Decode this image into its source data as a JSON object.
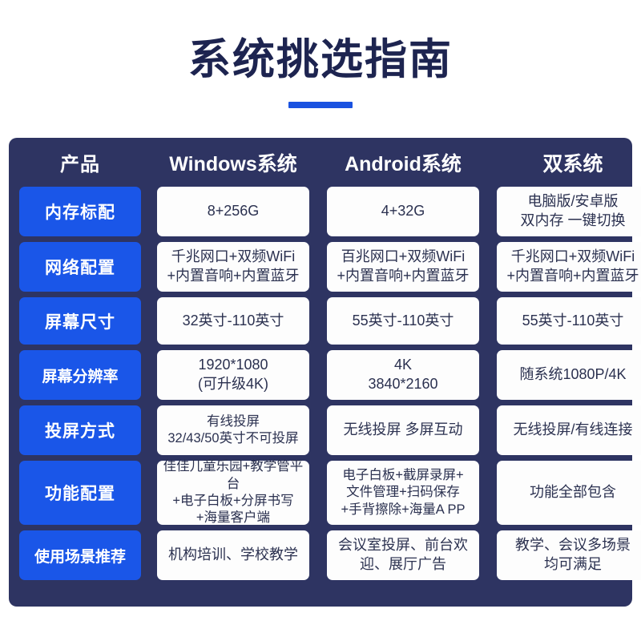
{
  "page": {
    "title": "系统挑选指南",
    "accent_color": "#1a52e0",
    "panel_color": "#2e3462",
    "label_color": "#1a56e8",
    "title_color": "#1d2450"
  },
  "table": {
    "headers": [
      "产品",
      "Windows系统",
      "Android系统",
      "双系统"
    ],
    "rows": [
      {
        "label": "内存标配",
        "windows": "8+256G",
        "android": "4+32G",
        "dual": "电脑版/安卓版\n双内存 一键切换"
      },
      {
        "label": "网络配置",
        "windows": "千兆网口+双频WiFi\n+内置音响+内置蓝牙",
        "android": "百兆网口+双频WiFi\n+内置音响+内置蓝牙",
        "dual": "千兆网口+双频WiFi\n+内置音响+内置蓝牙"
      },
      {
        "label": "屏幕尺寸",
        "windows": "32英寸-110英寸",
        "android": "55英寸-110英寸",
        "dual": "55英寸-110英寸"
      },
      {
        "label": "屏幕分辨率",
        "windows": "1920*1080\n(可升级4K)",
        "android": "4K\n3840*2160",
        "dual": "随系统1080P/4K"
      },
      {
        "label": "投屏方式",
        "windows": "有线投屏\n32/43/50英寸不可投屏",
        "android": "无线投屏 多屏互动",
        "dual": "无线投屏/有线连接"
      },
      {
        "label": "功能配置",
        "windows": "佳佳儿童乐园+教学管平台\n+电子白板+分屏书写\n+海量客户端",
        "android": "电子白板+截屏录屏+\n文件管理+扫码保存\n+手背擦除+海量A PP",
        "dual": "功能全部包含"
      },
      {
        "label": "使用场景推荐",
        "windows": "机构培训、学校教学",
        "android": "会议室投屏、前台欢\n迎、展厅广告",
        "dual": "教学、会议多场景\n均可满足"
      }
    ]
  }
}
